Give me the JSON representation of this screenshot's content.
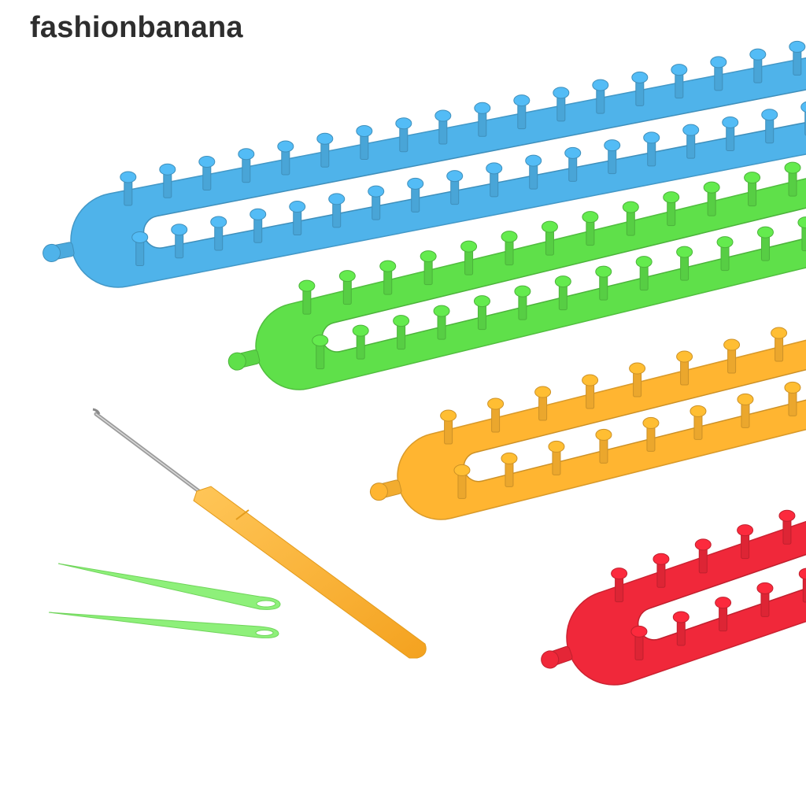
{
  "watermark": {
    "text": "fashionbanana"
  },
  "colors": {
    "background": "#ffffff",
    "loom_blue": "#4fb3ea",
    "loom_green": "#5fe04a",
    "loom_orange": "#ffb531",
    "loom_red": "#f0283a",
    "hook_handle": "#ffb52e",
    "hook_shaft": "#9a9a9a",
    "yarn_needles": "#8ef07a"
  },
  "objects": [
    {
      "name": "blue-loom",
      "color_key": "loom_blue"
    },
    {
      "name": "green-loom",
      "color_key": "loom_green"
    },
    {
      "name": "orange-loom",
      "color_key": "loom_orange"
    },
    {
      "name": "red-loom",
      "color_key": "loom_red"
    },
    {
      "name": "knitting-hook",
      "color_key": "hook_handle"
    },
    {
      "name": "plastic-yarn-needle",
      "color_key": "yarn_needles"
    },
    {
      "name": "plastic-yarn-needle",
      "color_key": "yarn_needles"
    }
  ]
}
